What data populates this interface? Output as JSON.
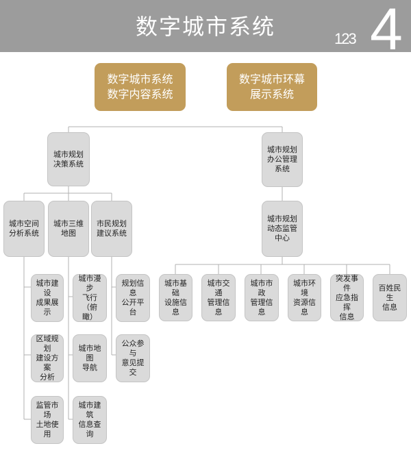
{
  "banner": {
    "title": "数字城市系统",
    "number_small": "123",
    "number_big": "4"
  },
  "top_systems": [
    {
      "label": "数字城市系统\n数字内容系统"
    },
    {
      "label": "数字城市环幕\n展示系统"
    }
  ],
  "nodes": {
    "planning_decision": "城市规划\n决策系统",
    "office_mgmt": "城市规划\n办公管理\n系统",
    "spatial_analysis": "城市空间\n分析系统",
    "map_3d": "城市三维\n地图",
    "citizen_suggestion": "市民规划\n建议系统",
    "monitor_center": "城市规划\n动态监管\n中心",
    "construction_display": "城市建设\n成果展示",
    "regional_plan": "区域规划\n建设方案\n分析",
    "land_market": "监管市场\n土地使用",
    "fly_through": "城市漫步\n飞行（俯\n瞰）",
    "map_nav": "城市地图\n导航",
    "building_query": "城市建筑\n信息查询",
    "plan_info_platform": "规划信息\n公开平台",
    "public_participation": "公众参与\n意见提交",
    "infrastructure_info": "城市基础\n设施信息",
    "traffic_info": "城市交通\n管理信息",
    "municipal_info": "城市市政\n管理信息",
    "environment_info": "城市环境\n资源信息",
    "emergency_info": "突发事件\n应急指挥\n信息",
    "livelihood_info": "百姓民生\n信息"
  }
}
